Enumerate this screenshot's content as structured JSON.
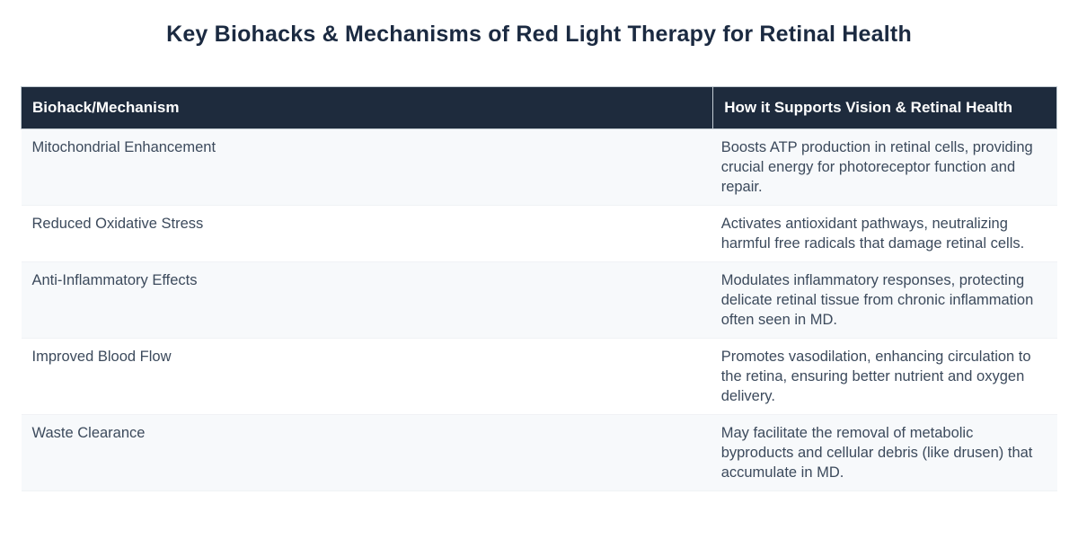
{
  "title": "Key Biohacks & Mechanisms of Red Light Therapy for Retinal Health",
  "colors": {
    "title_text": "#1b2a41",
    "header_bg": "#1e2b3d",
    "header_text": "#ffffff",
    "header_border": "#c3ccd3",
    "body_text": "#3c4a5c",
    "row_alt_bg": "#f7f9fb",
    "row_bg": "#ffffff",
    "page_bg": "#ffffff"
  },
  "table": {
    "columns": [
      {
        "label": "Biohack/Mechanism"
      },
      {
        "label": "How it Supports Vision & Retinal Health"
      }
    ],
    "rows": [
      {
        "mechanism": "Mitochondrial Enhancement",
        "description": "Boosts ATP production in retinal cells, providing crucial energy for photoreceptor function and repair."
      },
      {
        "mechanism": "Reduced Oxidative Stress",
        "description": "Activates antioxidant pathways, neutralizing harmful free radicals that damage retinal cells."
      },
      {
        "mechanism": "Anti-Inflammatory Effects",
        "description": "Modulates inflammatory responses, protecting delicate retinal tissue from chronic inflammation often seen in MD."
      },
      {
        "mechanism": "Improved Blood Flow",
        "description": "Promotes vasodilation, enhancing circulation to the retina, ensuring better nutrient and oxygen delivery."
      },
      {
        "mechanism": "Waste Clearance",
        "description": "May facilitate the removal of metabolic byproducts and cellular debris (like drusen) that accumulate in MD."
      }
    ]
  }
}
